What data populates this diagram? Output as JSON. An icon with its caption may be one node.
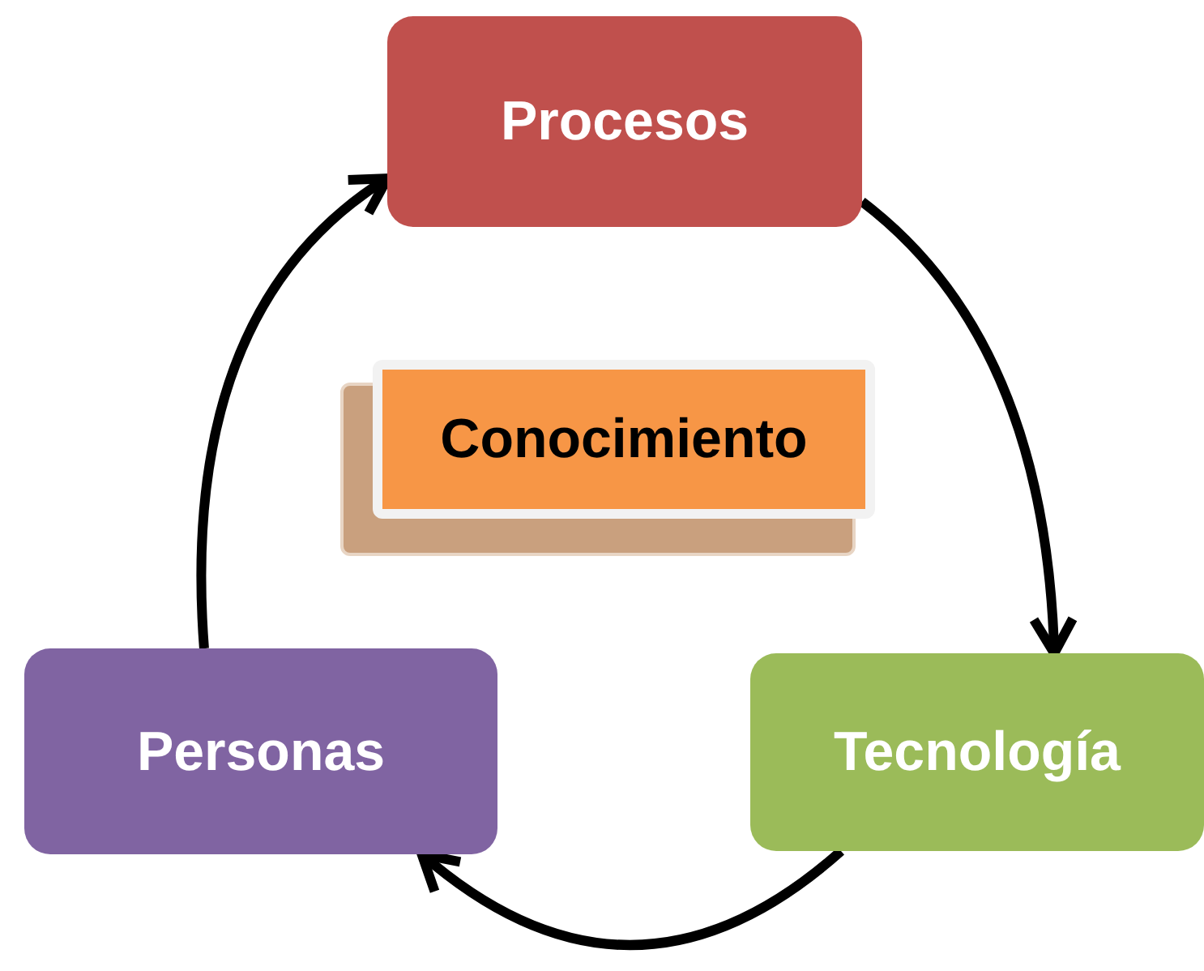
{
  "diagram": {
    "nodes": [
      {
        "text": [
          "Procesos"
        ]
      },
      {
        "text": [
          "Conocimiento"
        ]
      },
      {
        "text": [
          "Tecnología"
        ]
      },
      {
        "text": [
          "Personas"
        ]
      }
    ],
    "edges": [
      {
        "from": 0,
        "to": 2,
        "arrow": "to"
      },
      {
        "from": 2,
        "to": 3,
        "arrow": "to"
      },
      {
        "from": 3,
        "to": 0,
        "arrow": "to"
      }
    ]
  }
}
